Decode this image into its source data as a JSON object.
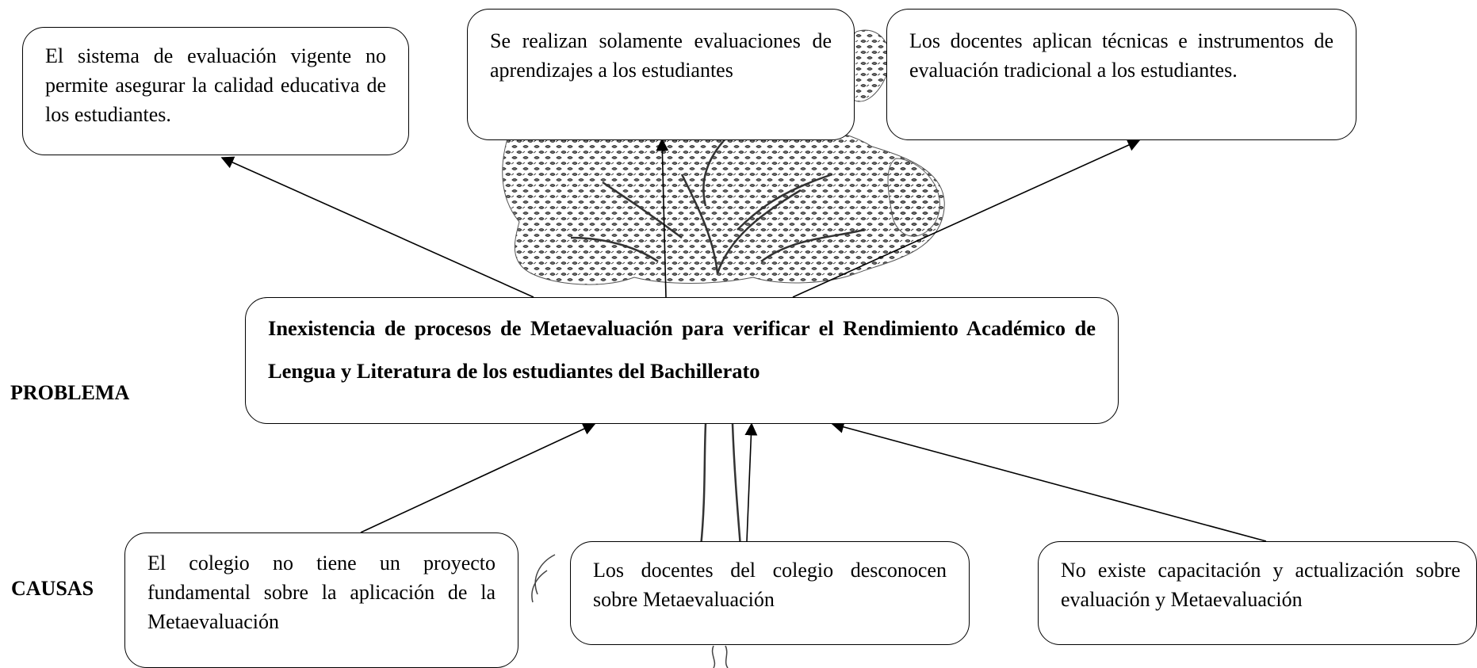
{
  "labels": {
    "problem": "PROBLEMA",
    "causes": "CAUSAS"
  },
  "problem": {
    "text": "Inexistencia de procesos de Metaevaluación para verificar el Rendimiento Académico de Lengua y Literatura de los estudiantes del Bachillerato"
  },
  "effects": [
    {
      "text": "El sistema de evaluación vigente no permite asegurar la calidad educativa de los estudiantes."
    },
    {
      "text": "Se realizan solamente evaluaciones de aprendizajes a los estudiantes"
    },
    {
      "text": "Los docentes aplican técnicas e instrumentos de evaluación tradicional a los estudiantes."
    }
  ],
  "causes": [
    {
      "text": "El colegio no tiene un proyecto fundamental sobre la aplicación de la Metaevaluación"
    },
    {
      "text": "Los docentes del colegio desconocen sobre Metaevaluación"
    },
    {
      "text": "No existe capacitación y actualización sobre evaluación y Metaevaluación"
    }
  ],
  "colors": {
    "line": "#000000",
    "tree": "#333333",
    "box_background": "#ffffff"
  }
}
